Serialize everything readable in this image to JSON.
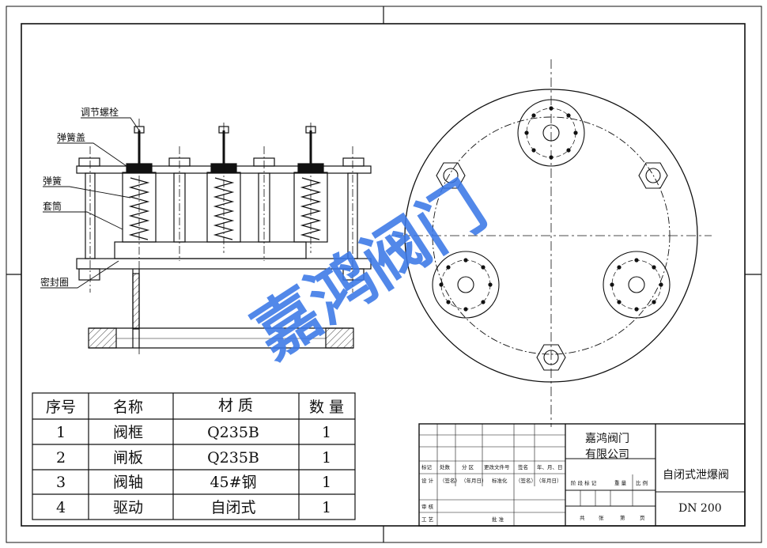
{
  "callouts": {
    "adjust_bolt": "调节螺栓",
    "spring_cover": "弹簧盖",
    "spring": "弹簧",
    "sleeve": "套筒",
    "seal_ring": "密封圈"
  },
  "parts_table": {
    "headers": [
      "序号",
      "名称",
      "材 质",
      "数 量"
    ],
    "rows": [
      {
        "no": "1",
        "name": "阀框",
        "material": "Q235B",
        "qty": "1"
      },
      {
        "no": "2",
        "name": "闸板",
        "material": "Q235B",
        "qty": "1"
      },
      {
        "no": "3",
        "name": "阀轴",
        "material": "45#钢",
        "qty": "1"
      },
      {
        "no": "4",
        "name": "驱动",
        "material": "自闭式",
        "qty": "1"
      }
    ]
  },
  "title_block": {
    "company_line1": "嘉鸿阀门",
    "company_line2": "有限公司",
    "drawing_name": "自闭式泄爆阀",
    "size": "DN 200",
    "small_labels": {
      "mark": "标记",
      "count": "处数",
      "zone": "分 区",
      "change_doc": "更改文件号",
      "sign": "签名",
      "date": "年、月、日",
      "design": "设 计",
      "sign_paren": "（签名）",
      "date_paren": "（年月日）",
      "standardize": "标准化",
      "stage_mark": "阶 段 标 记",
      "weight": "重 量",
      "scale": "比 例",
      "review": "审 核",
      "process": "工 艺",
      "approve": "批 准",
      "total": "共",
      "sheets": "张",
      "no": "第",
      "page": "页"
    }
  },
  "watermark": "嘉鸿阀门",
  "colors": {
    "line": "#111111",
    "watermark": "#3b78e7"
  }
}
